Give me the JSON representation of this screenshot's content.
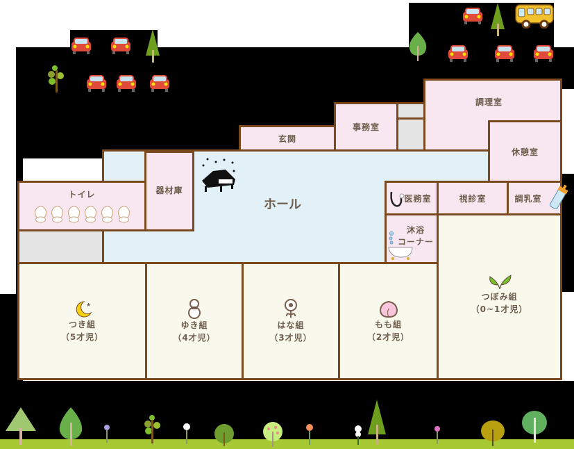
{
  "floor_plan": {
    "rooms": {
      "entrance": "玄関",
      "office": "事務室",
      "kitchen": "調理室",
      "break_room": "休憩室",
      "toilet": "トイレ",
      "storage": "器材庫",
      "hall": "ホール",
      "medical": "医務室",
      "exam": "視診室",
      "formula": "調乳室",
      "bath_line1": "沐浴",
      "bath_line2": "コーナー"
    },
    "classes": [
      {
        "name": "つき組",
        "age": "（5才児）",
        "icon": "moon-icon"
      },
      {
        "name": "ゆき組",
        "age": "（4才児）",
        "icon": "snowman-icon"
      },
      {
        "name": "はな組",
        "age": "（3才児）",
        "icon": "flower-icon"
      },
      {
        "name": "もも組",
        "age": "（2才児）",
        "icon": "peach-icon"
      },
      {
        "name": "つぼみ組",
        "age": "（0~1才児）",
        "icon": "sprout-icon"
      }
    ],
    "colors": {
      "wall": "#7a4a1e",
      "room_pink": "#f8e6f0",
      "hall_blue": "#e2f1f8",
      "class_cream": "#f8f8ec",
      "utility_gray": "#e4e4e4",
      "grass": "#a6c934",
      "car_red": "#e04a3a",
      "bus_yellow": "#f2c12e"
    }
  }
}
